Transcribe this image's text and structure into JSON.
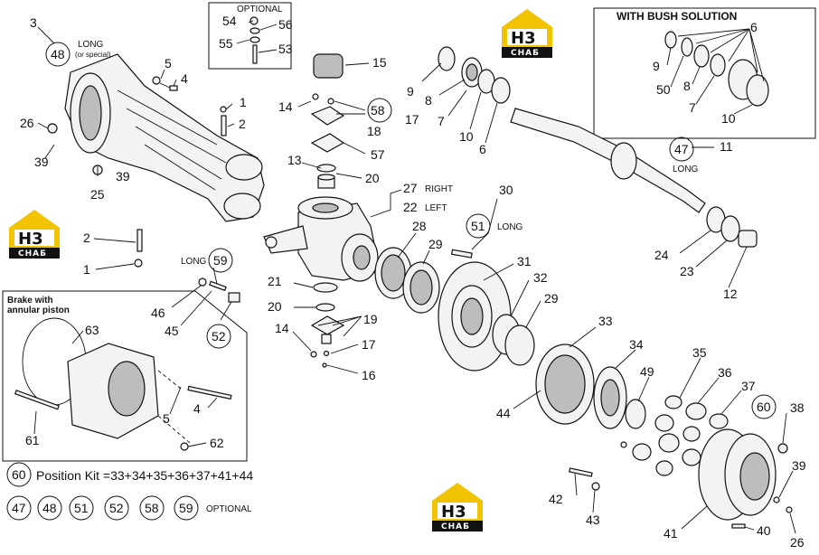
{
  "boxes": {
    "optional_title": "OPTIONAL",
    "bush_title": "WITH BUSH SOLUTION",
    "brake_title_1": "Brake with",
    "brake_title_2": "annular piston"
  },
  "logo": {
    "letters": "H3",
    "caption": "СНАБ"
  },
  "notes": {
    "long_48": "LONG",
    "long_48_sub": "(or special)",
    "long_47": "LONG",
    "long_51": "LONG",
    "long_59": "LONG",
    "right": "RIGHT",
    "left": "LEFT"
  },
  "kit": {
    "number": "60",
    "text": "Position Kit =33+34+35+36+37+41+44"
  },
  "optional_row": {
    "items": [
      "47",
      "48",
      "51",
      "52",
      "58",
      "59"
    ],
    "label": "OPTIONAL"
  },
  "labels": {
    "l3": "3",
    "l48": "48",
    "l5a": "5",
    "l4a": "4",
    "l1a": "1",
    "l2a": "2",
    "l26a": "26",
    "l39a": "39",
    "l39b": "39",
    "l25": "25",
    "l2b": "2",
    "l1b": "1",
    "l54": "54",
    "l56": "56",
    "l55": "55",
    "l53": "53",
    "l15": "15",
    "l14a": "14",
    "l58": "58",
    "l17a": "17",
    "l18": "18",
    "l57": "57",
    "l13": "13",
    "l20a": "20",
    "l27": "27",
    "l22": "22",
    "l28": "28",
    "l29a": "29",
    "l30": "30",
    "l51": "51",
    "l59": "59",
    "l46": "46",
    "l45": "45",
    "l52": "52",
    "l21": "21",
    "l20b": "20",
    "l19": "19",
    "l14b": "14",
    "l17b": "17",
    "l16": "16",
    "l31": "31",
    "l32": "32",
    "l29b": "29",
    "l9a": "9",
    "l8a": "8",
    "l7a": "7",
    "l10a": "10",
    "l6a": "6",
    "l6b": "6",
    "l9b": "9",
    "l50": "50",
    "l8b": "8",
    "l7b": "7",
    "l10b": "10",
    "l47": "47",
    "l11": "11",
    "l24": "24",
    "l23": "23",
    "l12": "12",
    "l33": "33",
    "l34": "34",
    "l35": "35",
    "l36": "36",
    "l37": "37",
    "l49": "49",
    "l44": "44",
    "l60": "60",
    "l38": "38",
    "l39c": "39",
    "l26b": "26",
    "l42": "42",
    "l43": "43",
    "l41": "41",
    "l40": "40",
    "l63": "63",
    "l61": "61",
    "l5b": "5",
    "l4b": "4",
    "l62": "62"
  }
}
